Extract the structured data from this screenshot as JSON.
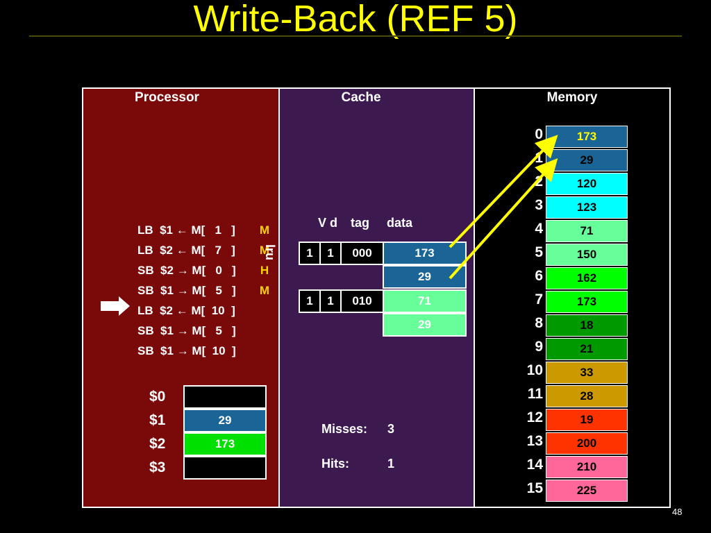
{
  "title": "Write-Back (REF 5)",
  "panels": {
    "processor": "Processor",
    "cache": "Cache",
    "memory": "Memory"
  },
  "instructions": [
    {
      "text": "LB  $1 ← M[   1   ]",
      "flag": "M"
    },
    {
      "text": "LB  $2 ← M[   7   ]",
      "flag": "M"
    },
    {
      "text": "SB  $2 → M[   0   ]",
      "flag": "H"
    },
    {
      "text": "SB  $1 → M[   5   ]",
      "flag": "M"
    },
    {
      "text": "LB  $2 ← M[  10  ]",
      "flag": ""
    },
    {
      "text": "SB  $1 → M[   5   ]",
      "flag": ""
    },
    {
      "text": "SB  $1 → M[  10  ]",
      "flag": ""
    }
  ],
  "current_instruction_index": 4,
  "registers": [
    {
      "name": "$0",
      "value": "",
      "color": "#000000"
    },
    {
      "name": "$1",
      "value": "29",
      "color": "#1a6496"
    },
    {
      "name": "$2",
      "value": "173",
      "color": "#00e000"
    },
    {
      "name": "$3",
      "value": "",
      "color": "#000000"
    }
  ],
  "cache": {
    "header": {
      "vd": "V d",
      "tag": "tag",
      "data": "data"
    },
    "lru_label": "lru",
    "lines": [
      {
        "v": "1",
        "d": "1",
        "tag": "000",
        "data": [
          "173",
          "29"
        ],
        "colors": [
          "#1a6496",
          "#1a6496"
        ]
      },
      {
        "v": "1",
        "d": "1",
        "tag": "010",
        "data": [
          "71",
          "29"
        ],
        "colors": [
          "#66ff99",
          "#66ff99"
        ]
      }
    ]
  },
  "stats": {
    "misses_label": "Misses:",
    "misses": "3",
    "hits_label": "Hits:",
    "hits": "1"
  },
  "memory": [
    {
      "addr": "0",
      "value": "173",
      "color": "#1a6496",
      "text_color": "#ffff00"
    },
    {
      "addr": "1",
      "value": "29",
      "color": "#1a6496",
      "text_color": "#000000"
    },
    {
      "addr": "2",
      "value": "120",
      "color": "#00ffff",
      "text_color": "#000000"
    },
    {
      "addr": "3",
      "value": "123",
      "color": "#00ffff",
      "text_color": "#000000"
    },
    {
      "addr": "4",
      "value": "71",
      "color": "#66ff99",
      "text_color": "#000000"
    },
    {
      "addr": "5",
      "value": "150",
      "color": "#66ff99",
      "text_color": "#000000"
    },
    {
      "addr": "6",
      "value": "162",
      "color": "#00ff00",
      "text_color": "#000000"
    },
    {
      "addr": "7",
      "value": "173",
      "color": "#00ff00",
      "text_color": "#000000"
    },
    {
      "addr": "8",
      "value": "18",
      "color": "#009900",
      "text_color": "#000000"
    },
    {
      "addr": "9",
      "value": "21",
      "color": "#009900",
      "text_color": "#000000"
    },
    {
      "addr": "10",
      "value": "33",
      "color": "#cc9900",
      "text_color": "#000000"
    },
    {
      "addr": "11",
      "value": "28",
      "color": "#cc9900",
      "text_color": "#000000"
    },
    {
      "addr": "12",
      "value": "19",
      "color": "#ff3300",
      "text_color": "#000000"
    },
    {
      "addr": "13",
      "value": "200",
      "color": "#ff3300",
      "text_color": "#000000"
    },
    {
      "addr": "14",
      "value": "210",
      "color": "#ff6699",
      "text_color": "#000000"
    },
    {
      "addr": "15",
      "value": "225",
      "color": "#ff6699",
      "text_color": "#000000"
    }
  ],
  "arrow_color": "#ffff00",
  "page_number": "48"
}
